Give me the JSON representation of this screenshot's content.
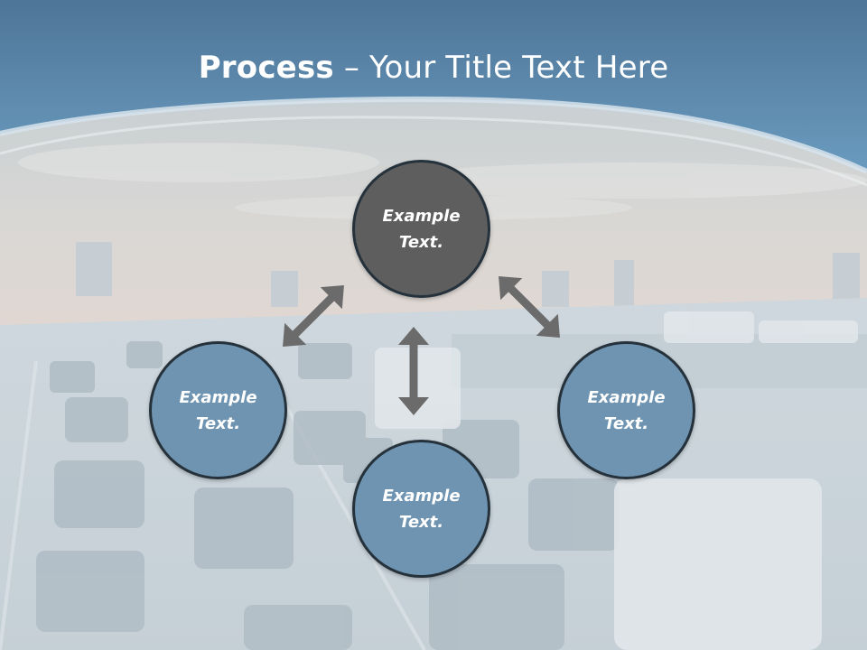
{
  "slide": {
    "title": {
      "bold": "Process",
      "rest": " – Your Title Text Here"
    },
    "nodes": [
      {
        "id": "top",
        "text": "Example Text."
      },
      {
        "id": "left",
        "text": "Example Text."
      },
      {
        "id": "bottom",
        "text": "Example Text."
      },
      {
        "id": "right",
        "text": "Example Text."
      }
    ]
  },
  "colors": {
    "header_blue": "#5d8cb0",
    "center_node": "#5e5e5e",
    "outer_node": "#6f94b1",
    "node_border": "#25323c",
    "arrow": "#6b6b6b"
  },
  "icons": [
    "double-arrow-icon"
  ]
}
